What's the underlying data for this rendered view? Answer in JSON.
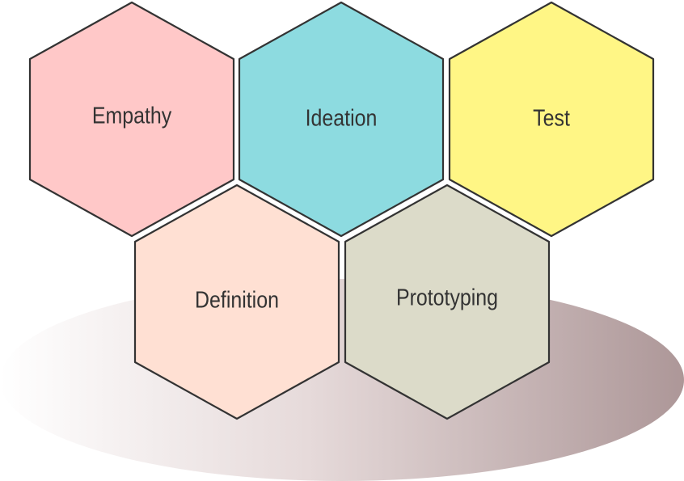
{
  "diagram": {
    "hexagons": [
      {
        "id": "empathy",
        "label": "Empathy",
        "fill": "#ffc8c8"
      },
      {
        "id": "ideation",
        "label": "Ideation",
        "fill": "#8ddbe0"
      },
      {
        "id": "test",
        "label": "Test",
        "fill": "#fff685"
      },
      {
        "id": "definition",
        "label": "Definition",
        "fill": "#ffe0d3"
      },
      {
        "id": "prototyping",
        "label": "Prototyping",
        "fill": "#dcdbc9"
      }
    ],
    "shadow": {
      "color_start": "#ffffff",
      "color_end": "#ad9798"
    }
  }
}
